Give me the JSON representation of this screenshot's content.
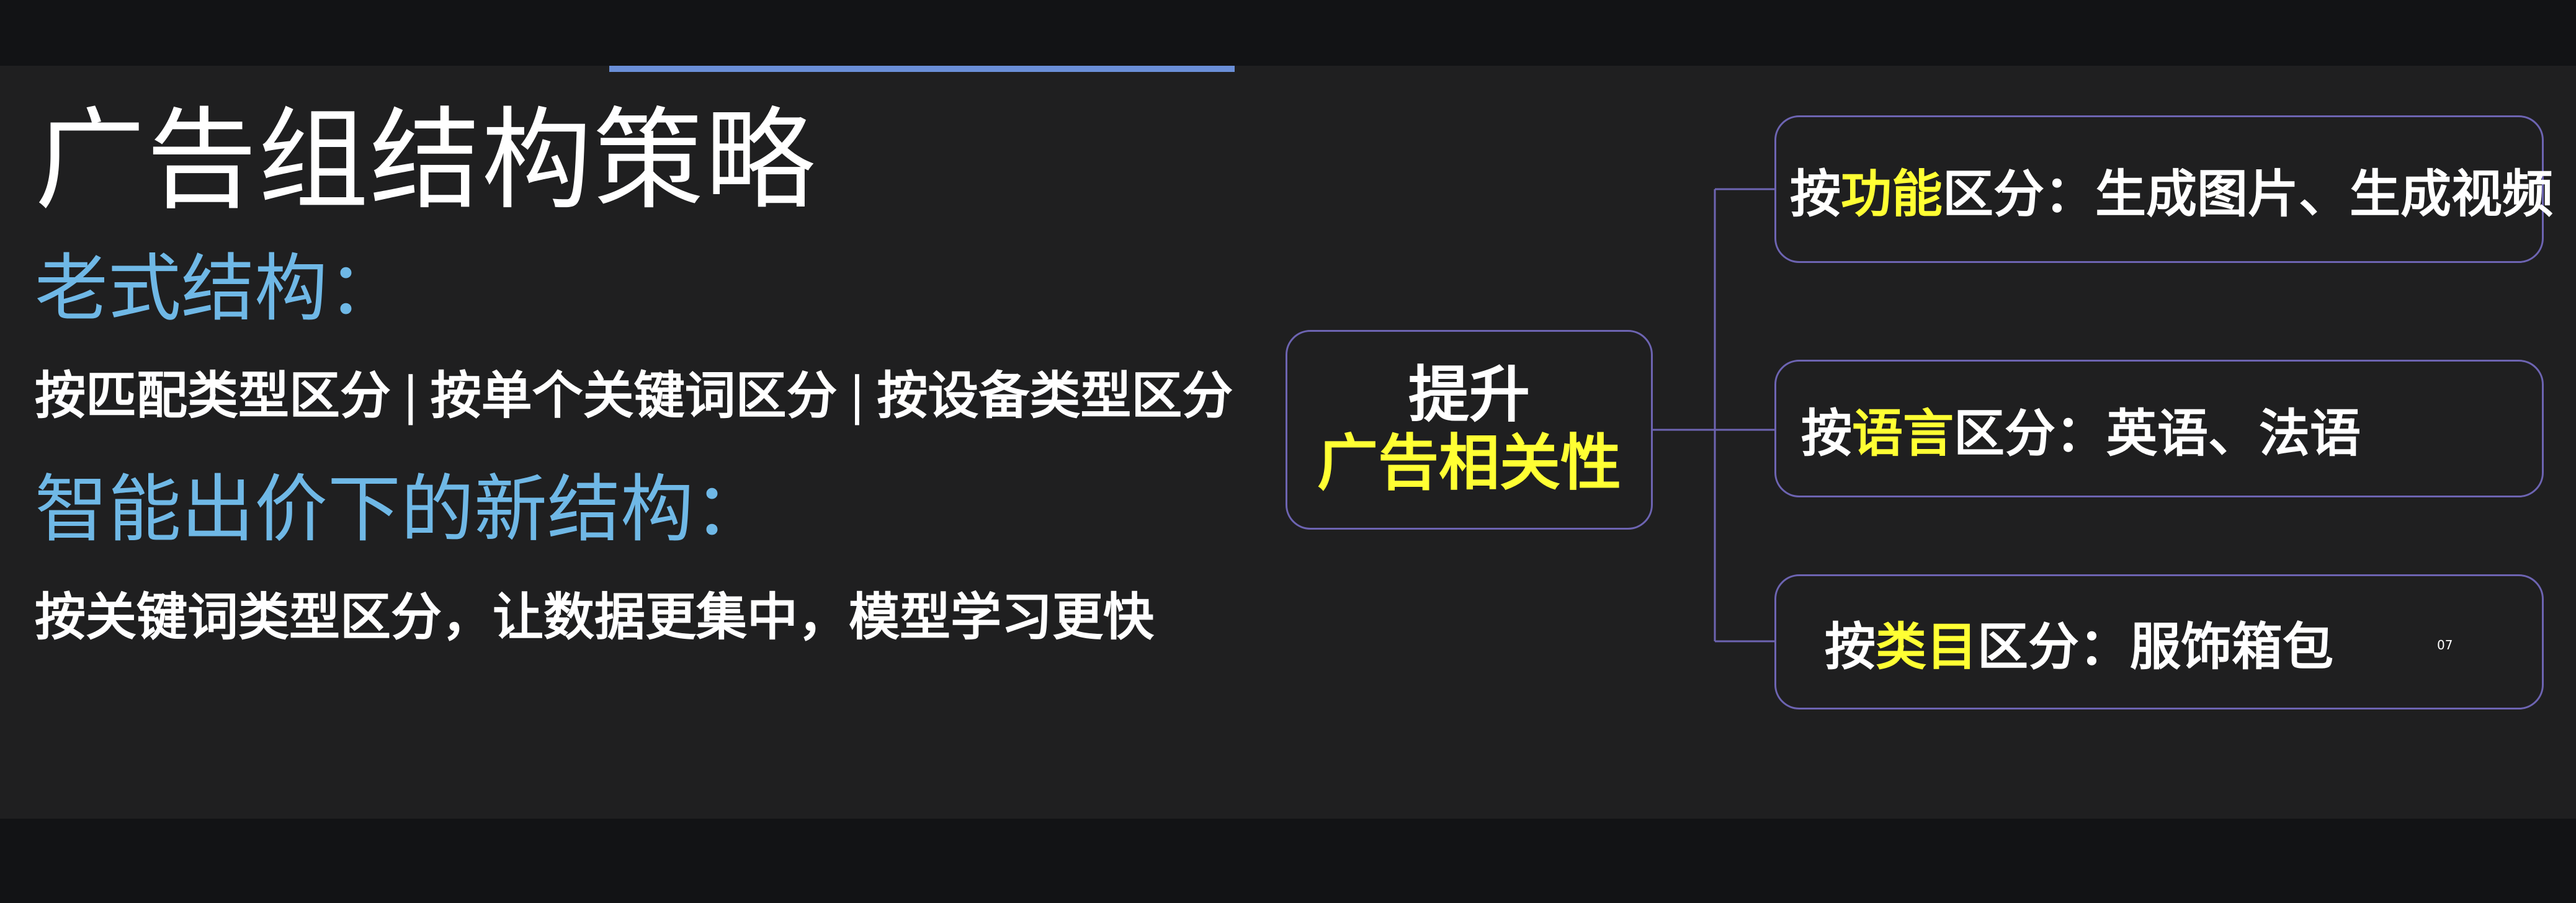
{
  "slide": {
    "title": "广告组结构策略",
    "old_structure": {
      "heading": "老式结构：",
      "items": [
        "按匹配类型区分",
        "按单个关键词区分",
        "按设备类型区分"
      ],
      "separator": "|"
    },
    "new_structure": {
      "heading": "智能出价下的新结构：",
      "description": "按关键词类型区分，让数据更集中，模型学习更快"
    },
    "diagram": {
      "center": {
        "line1": "提升",
        "line2": "广告相关性"
      },
      "branches": [
        {
          "prefix": "按",
          "highlight": "功能",
          "suffix": "区分：生成图片、生成视频"
        },
        {
          "prefix": "按",
          "highlight": "语言",
          "suffix": "区分：英语、法语"
        },
        {
          "prefix": "按",
          "highlight": "类目",
          "suffix": "区分：服饰箱包"
        }
      ]
    },
    "page_number": "07"
  },
  "colors": {
    "slide_background": "#1f1f20",
    "accent_bar": "#6a8fd8",
    "heading_blue": "#6fb8e6",
    "highlight_yellow": "#ffff33",
    "node_border": "#6d64b2"
  }
}
